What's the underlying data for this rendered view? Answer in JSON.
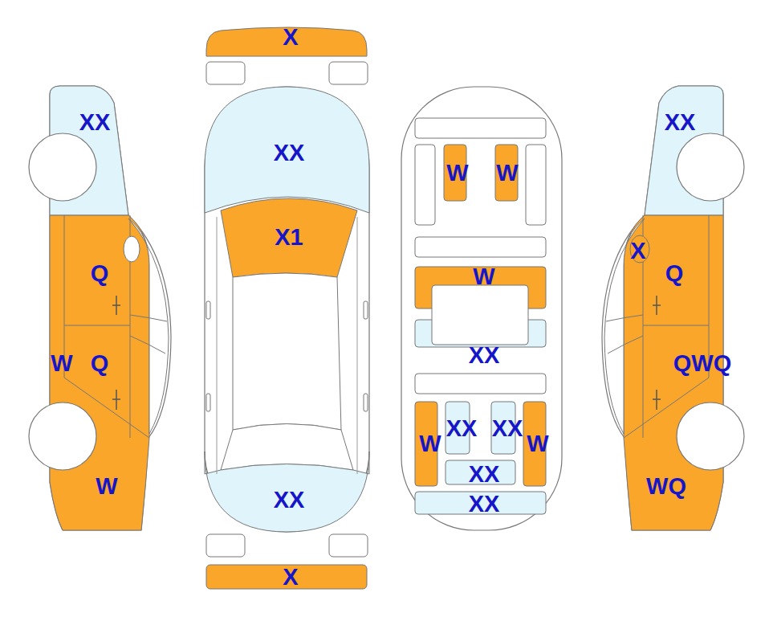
{
  "diagram": {
    "labels": [
      "X",
      "XX",
      "XX",
      "XX",
      "W",
      "W",
      "X1",
      "X",
      "Q",
      "Q",
      "W",
      "XX",
      "W",
      "Q",
      "QWQ",
      "XX",
      "XX",
      "W",
      "W",
      "XX",
      "W",
      "WQ",
      "XX",
      "XX",
      "X"
    ]
  }
}
